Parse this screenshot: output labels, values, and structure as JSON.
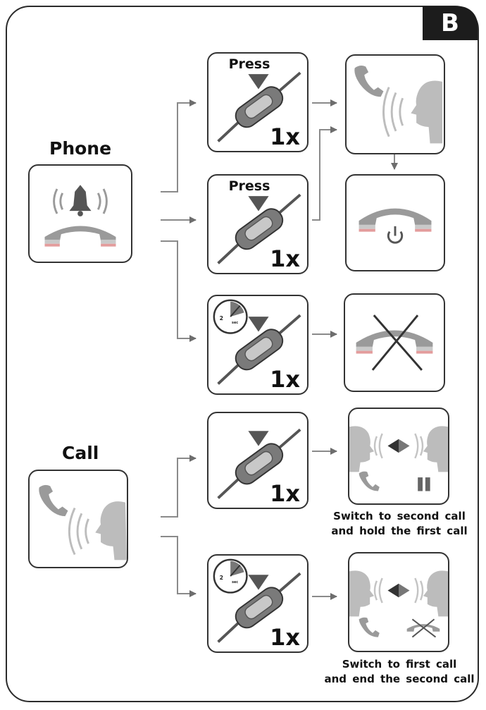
{
  "badge": "B",
  "sections": {
    "phone": {
      "label": "Phone"
    },
    "call": {
      "label": "Call"
    }
  },
  "actions": {
    "press_label": "Press",
    "count_label": "1x"
  },
  "captions": {
    "switch_hold": [
      "Switch to second call",
      "and hold the first call"
    ],
    "switch_end": [
      "Switch to first call",
      "and end the second call"
    ]
  },
  "icons": {
    "ringing_phone": "ringing-phone-icon",
    "talking": "talking-person-icon",
    "headset_button": "inline-remote-button-icon",
    "timer": "timer-2-sec-icon",
    "hang_up": "hang-up-icon",
    "reject": "reject-call-icon",
    "switch": "switch-calls-icon",
    "hold": "hold-icon"
  },
  "timer_text": {
    "number": "2",
    "unit": "sec"
  }
}
